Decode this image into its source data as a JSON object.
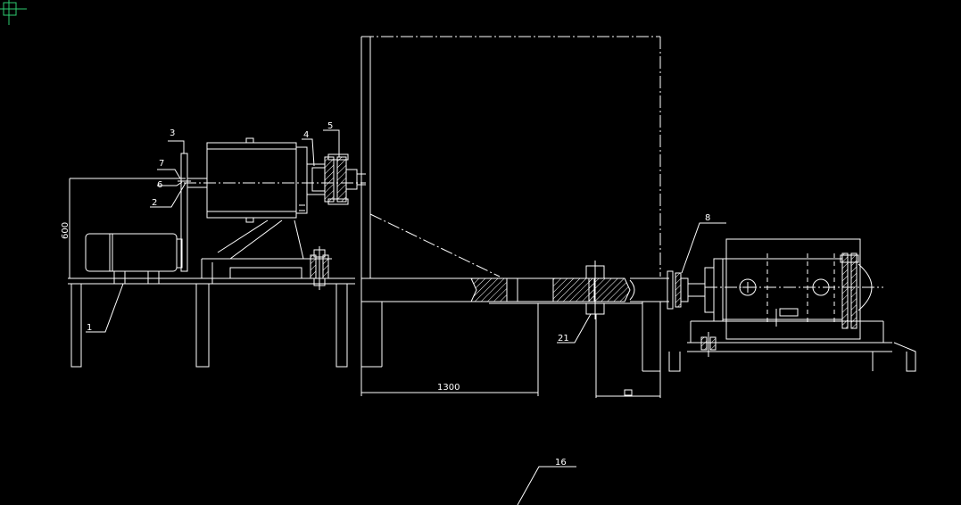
{
  "colors": {
    "background": "#000000",
    "lines": "#ffffff",
    "cursor": "#2ecc71"
  },
  "labels": {
    "p1": "1",
    "p2": "2",
    "p3": "3",
    "p4": "4",
    "p5": "5",
    "p6": "6",
    "p7": "7",
    "p8": "8",
    "p16": "16",
    "p21": "21"
  },
  "dimensions": {
    "height": "600",
    "span": "1300"
  },
  "icons": {
    "crosshair": "crosshair-cursor-icon"
  }
}
